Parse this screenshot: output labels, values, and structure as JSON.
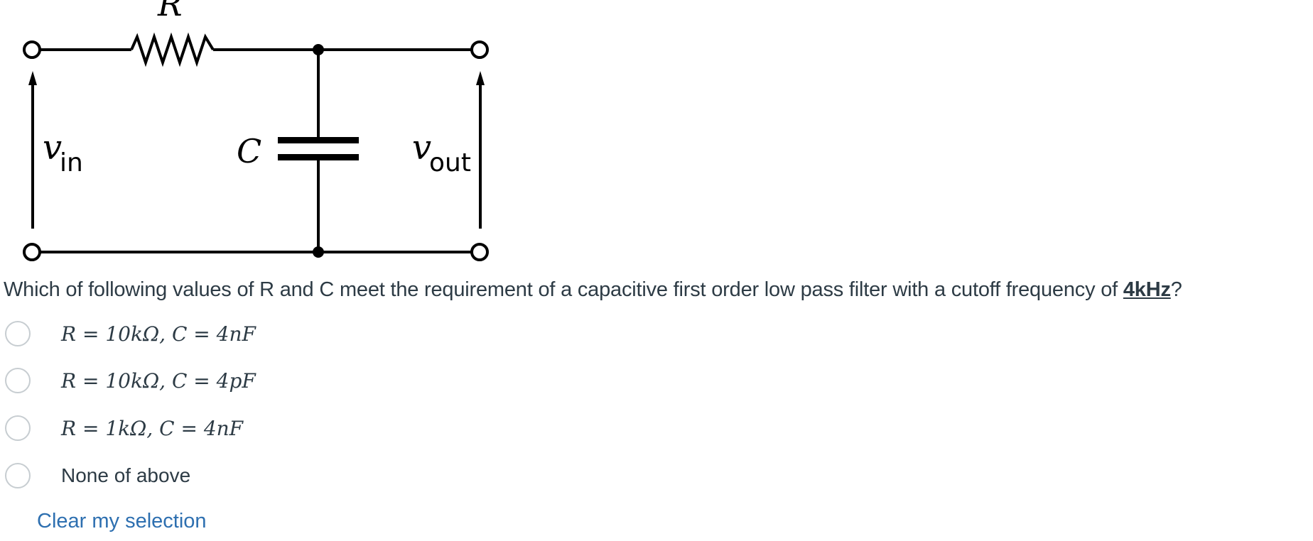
{
  "circuit": {
    "resistor_label": "R",
    "capacitor_label": "C",
    "vin_main": "v",
    "vin_sub": "in",
    "vout_main": "v",
    "vout_sub": "out"
  },
  "question": {
    "text_before": "Which of following values of R and C meet the requirement of a capacitive first order low pass filter with a cutoff frequency of ",
    "frequency": "4kHz",
    "text_after": "?"
  },
  "options": [
    {
      "label": "R = 10kΩ, C = 4nF"
    },
    {
      "label": "R = 10kΩ, C = 4pF"
    },
    {
      "label": "R = 1kΩ, C = 4nF"
    },
    {
      "label": "None of above"
    }
  ],
  "clear_label": "Clear my selection",
  "colors": {
    "text": "#2d3b45",
    "link": "#2d6fb0",
    "radio_border": "#c7cdd1"
  }
}
